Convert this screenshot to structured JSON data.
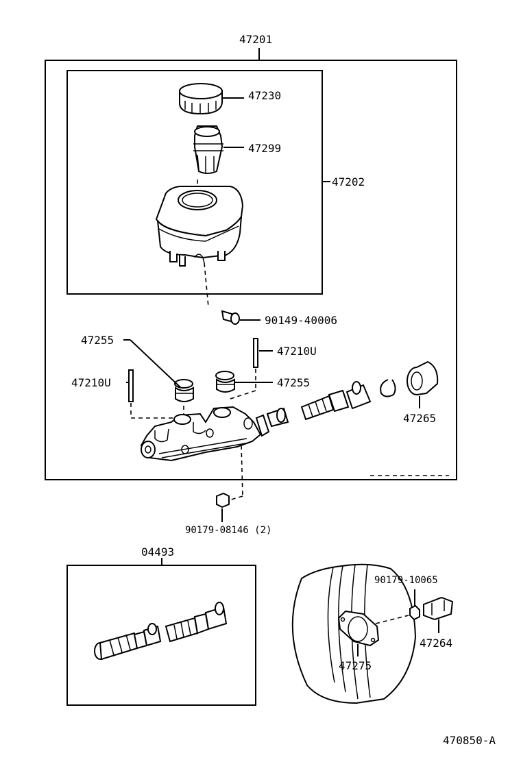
{
  "labels": {
    "master_cylinder_assy": "47201",
    "reservoir_cap": "47230",
    "reservoir_strainer": "47299",
    "reservoir_sub_assy": "47202",
    "reservoir_screw": "90149-40006",
    "grommet_left_label": "47255",
    "grommet_right_label": "47255",
    "pin_left_label": "47210U",
    "pin_right_label": "47210U",
    "seal_label": "47265",
    "union_nut": "90179-08146 (2)",
    "repair_kit": "04493",
    "booster_nut": "90179-10065",
    "booster_gasket": "47275",
    "clevis": "47264",
    "figure_code": "470850-A"
  }
}
